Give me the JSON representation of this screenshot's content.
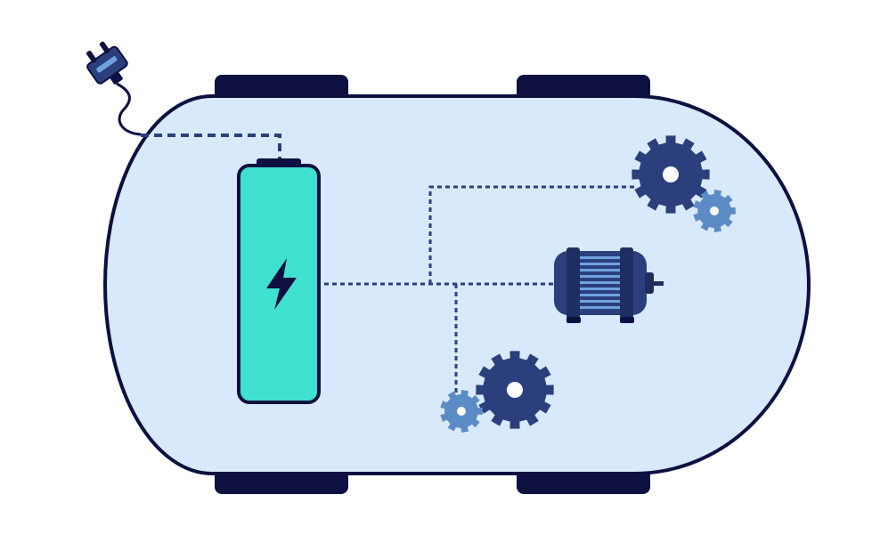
{
  "diagram": {
    "subject": "electric-vehicle-drivetrain",
    "components": [
      {
        "id": "charging-plug",
        "icon": "plug-icon"
      },
      {
        "id": "battery",
        "icon": "lightning-bolt-icon"
      },
      {
        "id": "electric-motor",
        "icon": "motor-icon"
      },
      {
        "id": "gearbox-rear",
        "icon": "gear-icon"
      },
      {
        "id": "gearbox-front",
        "icon": "gear-icon"
      }
    ],
    "wheels": [
      "front-left",
      "front-right",
      "rear-left",
      "rear-right"
    ],
    "connections": [
      {
        "from": "charging-plug",
        "to": "battery",
        "style": "dashed"
      },
      {
        "from": "battery",
        "to": "electric-motor",
        "style": "dotted"
      },
      {
        "from": "battery",
        "to": "gearbox-front",
        "style": "dotted"
      },
      {
        "from": "battery",
        "to": "gearbox-rear",
        "style": "dotted"
      }
    ]
  },
  "colors": {
    "body_fill": "#d8e9fb",
    "outline": "#0d1040",
    "battery": "#40e0d0",
    "gear_dark": "#2a3f7c",
    "gear_light": "#5b8cc6",
    "motor_body": "#2a3f7c",
    "motor_stripes": "#6fa3e0",
    "wire": "#2a3f7c"
  }
}
